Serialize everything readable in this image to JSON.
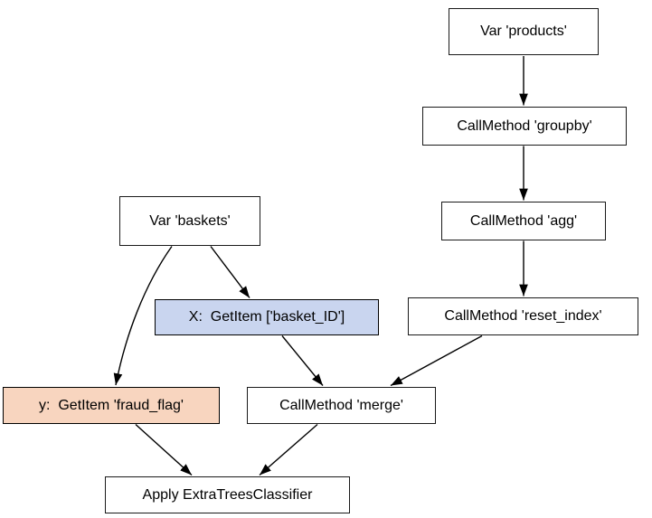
{
  "diagram": {
    "type": "dag-pipeline",
    "background_color": "#ffffff",
    "edge_color": "#000000",
    "node_border_color": "#000000",
    "node_text_color": "#000000",
    "accent_colors": {
      "x_node_fill": "#c9d5ef",
      "y_node_fill": "#f8d5bf",
      "default_node_fill": "#ffffff"
    },
    "nodes": [
      {
        "id": "var_products",
        "label": "Var 'products'",
        "fill": "#ffffff"
      },
      {
        "id": "callmethod_groupby",
        "label": "CallMethod 'groupby'",
        "fill": "#ffffff"
      },
      {
        "id": "callmethod_agg",
        "label": "CallMethod 'agg'",
        "fill": "#ffffff"
      },
      {
        "id": "callmethod_reset_index",
        "label": "CallMethod 'reset_index'",
        "fill": "#ffffff"
      },
      {
        "id": "var_baskets",
        "label": "Var 'baskets'",
        "fill": "#ffffff"
      },
      {
        "id": "x_getitem",
        "label": "X:  GetItem ['basket_ID']",
        "fill": "#c9d5ef"
      },
      {
        "id": "y_getitem",
        "label": "y:  GetItem 'fraud_flag'",
        "fill": "#f8d5bf"
      },
      {
        "id": "callmethod_merge",
        "label": "CallMethod 'merge'",
        "fill": "#ffffff"
      },
      {
        "id": "apply_extratrees",
        "label": "Apply ExtraTreesClassifier",
        "fill": "#ffffff"
      }
    ],
    "edges": [
      {
        "from": "var_products",
        "to": "callmethod_groupby"
      },
      {
        "from": "callmethod_groupby",
        "to": "callmethod_agg"
      },
      {
        "from": "callmethod_agg",
        "to": "callmethod_reset_index"
      },
      {
        "from": "callmethod_reset_index",
        "to": "callmethod_merge"
      },
      {
        "from": "var_baskets",
        "to": "x_getitem"
      },
      {
        "from": "var_baskets",
        "to": "y_getitem"
      },
      {
        "from": "x_getitem",
        "to": "callmethod_merge"
      },
      {
        "from": "y_getitem",
        "to": "apply_extratrees"
      },
      {
        "from": "callmethod_merge",
        "to": "apply_extratrees"
      }
    ]
  }
}
